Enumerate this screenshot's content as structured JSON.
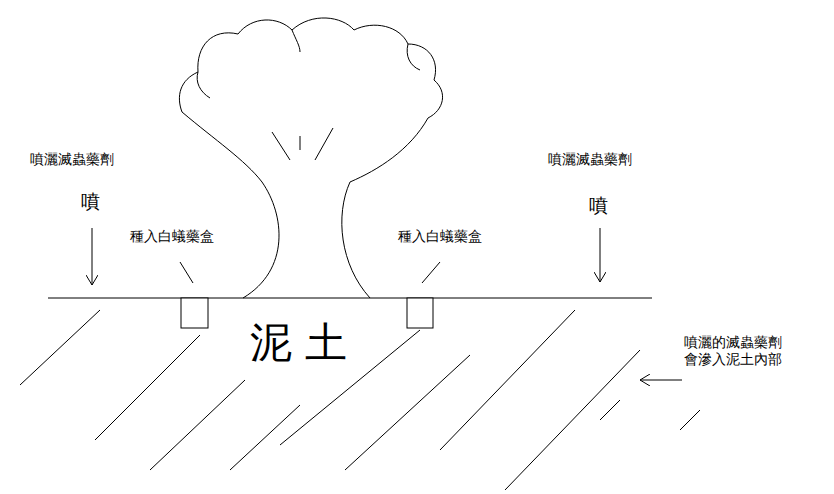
{
  "diagram": {
    "labels": [
      "噴灑滅蟲藥劑",
      "噴灑滅蟲藥劑",
      "噴",
      "噴",
      "種入白蟻藥盒",
      "種入白蟻藥盒",
      "泥 土",
      "噴灑的滅蟲藥劑 會滲入泥土內部"
    ]
  }
}
